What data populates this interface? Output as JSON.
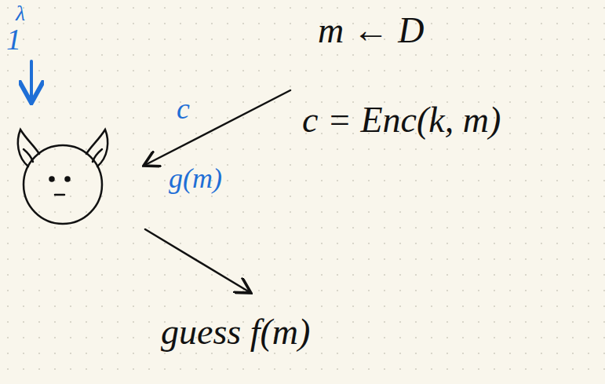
{
  "diagram": {
    "labels": [
      "1",
      "λ",
      "m ← D",
      "c = Enc(k, m)",
      "c",
      "g(m)",
      "guess f(m)"
    ]
  }
}
